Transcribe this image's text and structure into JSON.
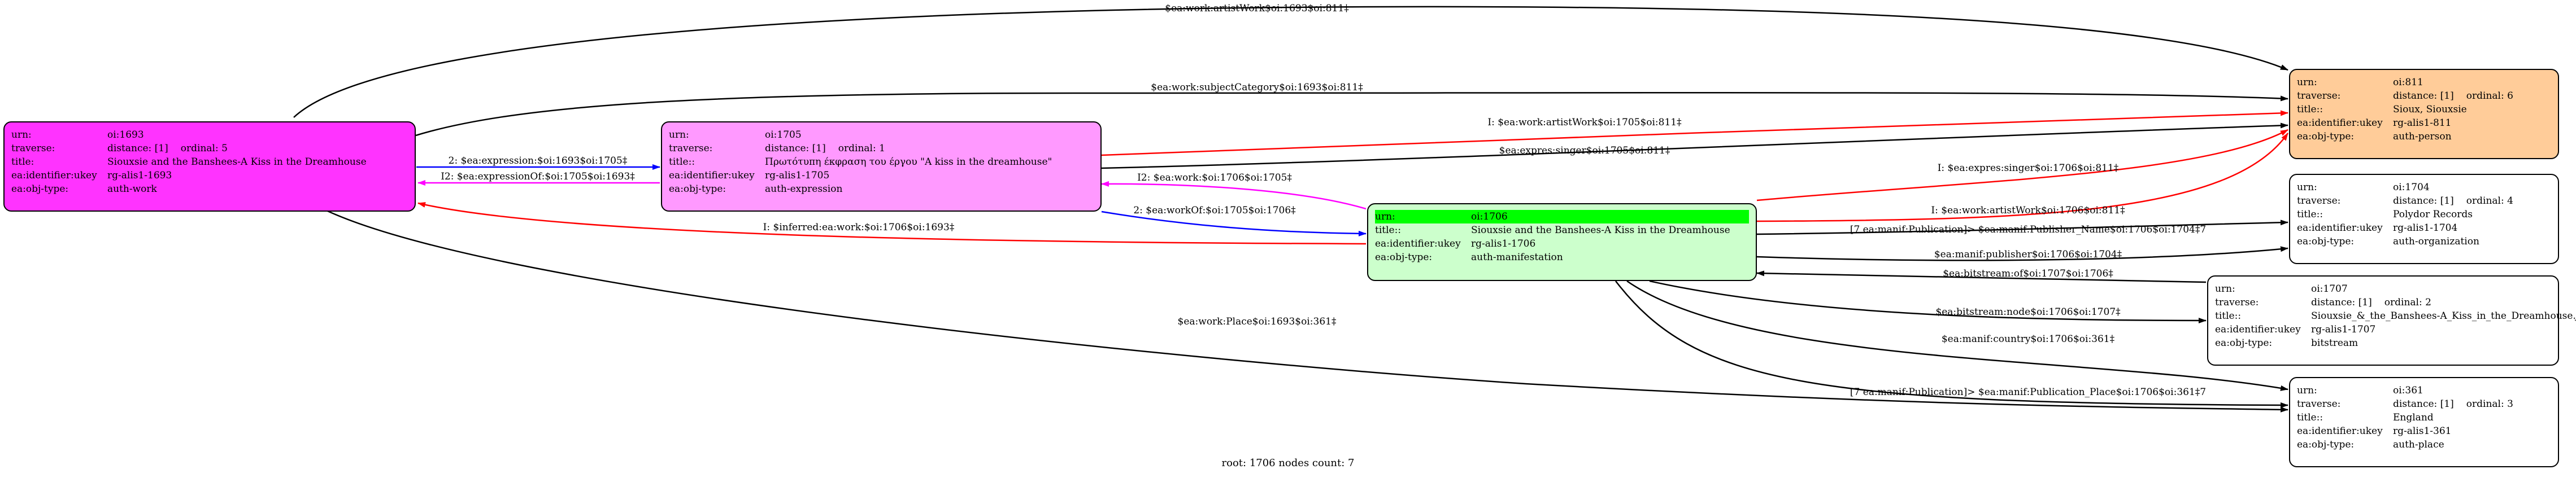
{
  "colors": {
    "black": "#000000",
    "red": "#ff0000",
    "blue": "#0000ff",
    "magenta": "#ff00ff",
    "fill_work": "#ff33ff",
    "fill_expression": "#ff99ff",
    "fill_manifestation": "#ccffcc",
    "fill_person": "#ffcc99",
    "fill_plain": "#ffffff",
    "highlight_root": "#00ff00"
  },
  "nodes": {
    "n1693": {
      "rows": [
        {
          "k": "urn:",
          "v": "oi:1693"
        },
        {
          "k": "traverse:",
          "v": "distance: [1]",
          "v2": "ordinal: 5"
        },
        {
          "k": "title:",
          "v": "Siouxsie and the Banshees-A Kiss in the Dreamhouse"
        },
        {
          "k": "ea:identifier:ukey",
          "v": "rg-alis1-1693"
        },
        {
          "k": "ea:obj-type:",
          "v": "auth-work"
        }
      ]
    },
    "n1705": {
      "rows": [
        {
          "k": "urn:",
          "v": "oi:1705"
        },
        {
          "k": "traverse:",
          "v": "distance: [1]",
          "v2": "ordinal: 1"
        },
        {
          "k": "title::",
          "v": "Πρωτότυπη έκφραση του έργου \"A kiss in the dreamhouse\""
        },
        {
          "k": "ea:identifier:ukey",
          "v": "rg-alis1-1705"
        },
        {
          "k": "ea:obj-type:",
          "v": "auth-expression"
        }
      ]
    },
    "n1706": {
      "rows": [
        {
          "k": "urn:",
          "v": "oi:1706"
        },
        {
          "k": "title::",
          "v": "Siouxsie and the Banshees-A Kiss in the Dreamhouse"
        },
        {
          "k": "ea:identifier:ukey",
          "v": "rg-alis1-1706"
        },
        {
          "k": "ea:obj-type:",
          "v": "auth-manifestation"
        }
      ]
    },
    "n811": {
      "rows": [
        {
          "k": "urn:",
          "v": "oi:811"
        },
        {
          "k": "traverse:",
          "v": "distance: [1]",
          "v2": "ordinal: 6"
        },
        {
          "k": "title::",
          "v": "Sioux, Siouxsie"
        },
        {
          "k": "ea:identifier:ukey",
          "v": "rg-alis1-811"
        },
        {
          "k": "ea:obj-type:",
          "v": "auth-person"
        }
      ]
    },
    "n1704": {
      "rows": [
        {
          "k": "urn:",
          "v": "oi:1704"
        },
        {
          "k": "traverse:",
          "v": "distance: [1]",
          "v2": "ordinal: 4"
        },
        {
          "k": "title::",
          "v": "Polydor Records"
        },
        {
          "k": "ea:identifier:ukey",
          "v": "rg-alis1-1704"
        },
        {
          "k": "ea:obj-type:",
          "v": "auth-organization"
        }
      ]
    },
    "n1707": {
      "rows": [
        {
          "k": "urn:",
          "v": "oi:1707"
        },
        {
          "k": "traverse:",
          "v": "distance: [1]",
          "v2": "ordinal: 2"
        },
        {
          "k": "title::",
          "v": "Siouxsie_&_the_Banshees-A_Kiss_in_the_Dreamhouse.jpg"
        },
        {
          "k": "ea:identifier:ukey",
          "v": "rg-alis1-1707"
        },
        {
          "k": "ea:obj-type:",
          "v": "bitstream"
        }
      ]
    },
    "n361": {
      "rows": [
        {
          "k": "urn:",
          "v": "oi:361"
        },
        {
          "k": "traverse:",
          "v": "distance: [1]",
          "v2": "ordinal: 3"
        },
        {
          "k": "title::",
          "v": "England"
        },
        {
          "k": "ea:identifier:ukey",
          "v": "rg-alis1-361"
        },
        {
          "k": "ea:obj-type:",
          "v": "auth-place"
        }
      ]
    }
  },
  "edges": [
    {
      "id": "e1",
      "label": "$ea:work:artistWork$oi:1693$oi:811‡",
      "color": "black"
    },
    {
      "id": "e2",
      "label": "$ea:work:subjectCategory$oi:1693$oi:811‡",
      "color": "black"
    },
    {
      "id": "e3",
      "label": "2: $ea:expression:$oi:1693$oi:1705‡",
      "color": "blue"
    },
    {
      "id": "e4",
      "label": "I2: $ea:expressionOf:$oi:1705$oi:1693‡",
      "color": "magenta"
    },
    {
      "id": "e5",
      "label": "I: $ea:work:artistWork$oi:1705$oi:811‡",
      "color": "red"
    },
    {
      "id": "e6",
      "label": "$ea:expres:singer$oi:1705$oi:811‡",
      "color": "black"
    },
    {
      "id": "e7",
      "label": "I2: $ea:work:$oi:1706$oi:1705‡",
      "color": "magenta"
    },
    {
      "id": "e8",
      "label": "2: $ea:workOf:$oi:1705$oi:1706‡",
      "color": "blue"
    },
    {
      "id": "e9",
      "label": "I: $inferred:ea:work:$oi:1706$oi:1693‡",
      "color": "red"
    },
    {
      "id": "e10",
      "label": "I: $ea:expres:singer$oi:1706$oi:811‡",
      "color": "red"
    },
    {
      "id": "e11",
      "label": "I: $ea:work:artistWork$oi:1706$oi:811‡",
      "color": "red"
    },
    {
      "id": "e12",
      "label": "[7 ea:manif:Publication]> $ea:manif:Publisher_Name$oi:1706$oi:1704‡7",
      "color": "black"
    },
    {
      "id": "e13",
      "label": "$ea:manif:publisher$oi:1706$oi:1704‡",
      "color": "black"
    },
    {
      "id": "e14",
      "label": "$ea:bitstream:of$oi:1707$oi:1706‡",
      "color": "black"
    },
    {
      "id": "e15",
      "label": "$ea:bitstream:node$oi:1706$oi:1707‡",
      "color": "black"
    },
    {
      "id": "e16",
      "label": "$ea:manif:country$oi:1706$oi:361‡",
      "color": "black"
    },
    {
      "id": "e17",
      "label": "[7 ea:manif:Publication]> $ea:manif:Publication_Place$oi:1706$oi:361‡7",
      "color": "black"
    },
    {
      "id": "e18",
      "label": "$ea:work:Place$oi:1693$oi:361‡",
      "color": "black"
    }
  ],
  "footer": "root: 1706 nodes count: 7"
}
